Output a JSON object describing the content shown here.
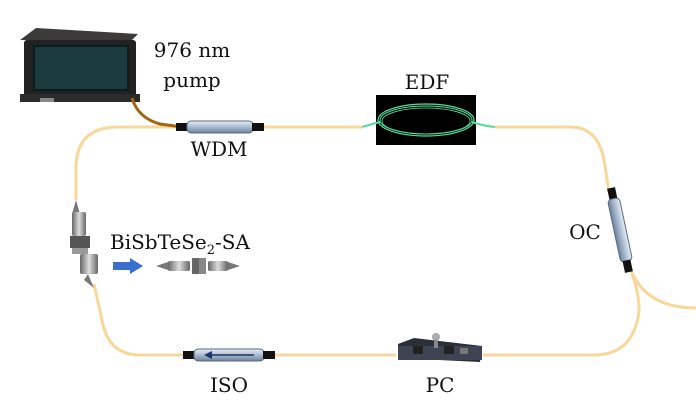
{
  "labels": {
    "pump_line1": "976 nm",
    "pump_line2": "pump",
    "wdm": "WDM",
    "edf": "EDF",
    "oc": "OC",
    "sa_main": "BiSbTeSe",
    "sa_sub": "2",
    "sa_suffix": "-SA",
    "iso": "ISO",
    "pc": "PC"
  },
  "colors": {
    "fiber": "#f7d79a",
    "pump_fiber": "#a0660f",
    "edf_coil": "#55dd99",
    "edf_box": "#000000",
    "arrow": "#3a6fd0",
    "component_body": "#b7c6d8"
  },
  "icons": {
    "pump_laser": "laser-diode-box-icon",
    "sa_arrow": "right-arrow-icon",
    "sa_connector": "fiber-connector-icon"
  }
}
